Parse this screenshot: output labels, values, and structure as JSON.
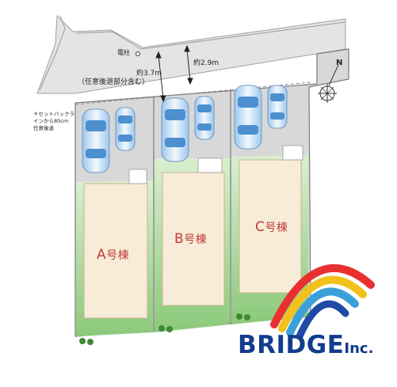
{
  "annotations": {
    "utility_pole": "電柱",
    "setback_main": "約3.7m",
    "setback_sub": "（任意後退部分含む）",
    "road_width_right": "約2.9m",
    "setback_note": [
      "＊セットバックラ",
      "インから80cm",
      "任意後退"
    ],
    "north_label": "N"
  },
  "lots": [
    {
      "letter": "A",
      "suffix": "号棟"
    },
    {
      "letter": "B",
      "suffix": "号棟"
    },
    {
      "letter": "C",
      "suffix": "号棟"
    }
  ],
  "logo": {
    "name": "BRIDGE",
    "suffix": "Inc."
  },
  "colors": {
    "road": "#e4e4e4",
    "parking": "#d8d8d8",
    "lawn": "#9fd18a",
    "building": "#f7ecd8",
    "lot_border": "#7a7a7a",
    "car_body": "#ddeefa",
    "car_accent": "#3a8fd8",
    "text_accent": "#c23a3a",
    "logo_blue": "#123c8c"
  }
}
